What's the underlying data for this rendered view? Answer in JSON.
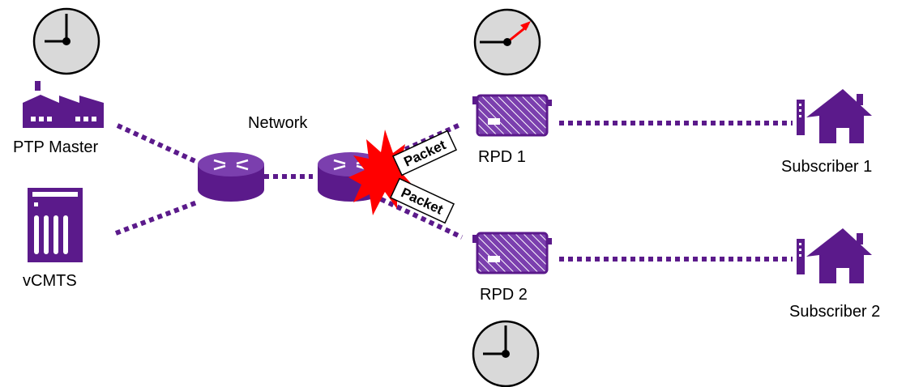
{
  "labels": {
    "ptp_master": "PTP Master",
    "vcmts": "vCMTS",
    "network": "Network",
    "rpd1": "RPD 1",
    "rpd2": "RPD 2",
    "subscriber1": "Subscriber 1",
    "subscriber2": "Subscriber 2",
    "packet1": "Packet",
    "packet2": "Packet"
  },
  "colors": {
    "purple": "#5b1a8b",
    "purple_light": "#7b3fae",
    "clock_face": "#d9d9d9",
    "burst_red": "#ff0000",
    "drift_hand": "#ff0000"
  },
  "icons": {
    "clock": "clock-icon",
    "ptp_master": "factory-icon",
    "vcmts": "server-rack-icon",
    "router": "router-icon",
    "rpd": "rpd-node-icon",
    "modem": "cable-modem-icon",
    "house": "house-icon",
    "burst": "explosion-burst-icon"
  }
}
